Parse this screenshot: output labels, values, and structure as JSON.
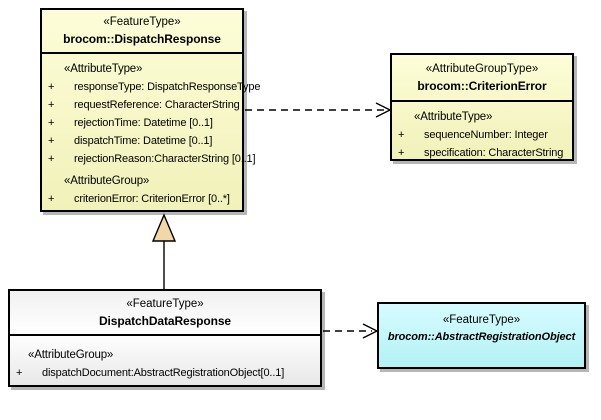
{
  "colors": {
    "class_fill_yellow_top": "#fdfdd8",
    "class_fill_yellow_bottom": "#f1f1ba",
    "class_fill_neutral": "#ffffff",
    "class_fill_cyan_top": "#d7fcff",
    "class_fill_cyan_bottom": "#b2f1f5",
    "border": "#000000",
    "shadow": "#b6b6b6",
    "generalization_triangle_fill": "#f2d8a8"
  },
  "classes": {
    "dispatchResponse": {
      "stereotype": "«FeatureType»",
      "name": "brocom::DispatchResponse",
      "sections": [
        {
          "heading": "«AttributeType»",
          "attributes": [
            {
              "visibility": "+",
              "text": "responseType: DispatchResponseType"
            },
            {
              "visibility": "+",
              "text": "requestReference: CharacterString"
            },
            {
              "visibility": "+",
              "text": "rejectionTime: Datetime [0..1]"
            },
            {
              "visibility": "+",
              "text": "dispatchTime: Datetime [0..1]"
            },
            {
              "visibility": "+",
              "text": "rejectionReason:CharacterString [0..1]"
            }
          ]
        },
        {
          "heading": "«AttributeGroup»",
          "attributes": [
            {
              "visibility": "+",
              "text": "criterionError: CriterionError [0..*]"
            }
          ]
        }
      ]
    },
    "criterionError": {
      "stereotype": "«AttributeGroupType»",
      "name": "brocom::CriterionError",
      "sections": [
        {
          "heading": "«AttributeType»",
          "attributes": [
            {
              "visibility": "+",
              "text": "sequenceNumber: Integer"
            },
            {
              "visibility": "+",
              "text": "specification: CharacterString"
            }
          ]
        }
      ]
    },
    "dispatchDataResponse": {
      "stereotype": "«FeatureType»",
      "name": "DispatchDataResponse",
      "sections": [
        {
          "heading": "«AttributeGroup»",
          "attributes": [
            {
              "visibility": "+",
              "text": "dispatchDocument:AbstractRegistrationObject[0..1]"
            }
          ]
        }
      ]
    },
    "abstractRegistrationObject": {
      "stereotype": "«FeatureType»",
      "name": "brocom::AbstractRegistrationObject"
    }
  },
  "relationships": [
    {
      "type": "dependency",
      "style": "dashed-open-arrow",
      "from": "brocom::DispatchResponse",
      "to": "brocom::CriterionError"
    },
    {
      "type": "generalization",
      "style": "solid-closed-triangle",
      "from": "DispatchDataResponse",
      "to": "brocom::DispatchResponse"
    },
    {
      "type": "dependency",
      "style": "dashed-open-arrow",
      "from": "DispatchDataResponse",
      "to": "brocom::AbstractRegistrationObject"
    }
  ]
}
